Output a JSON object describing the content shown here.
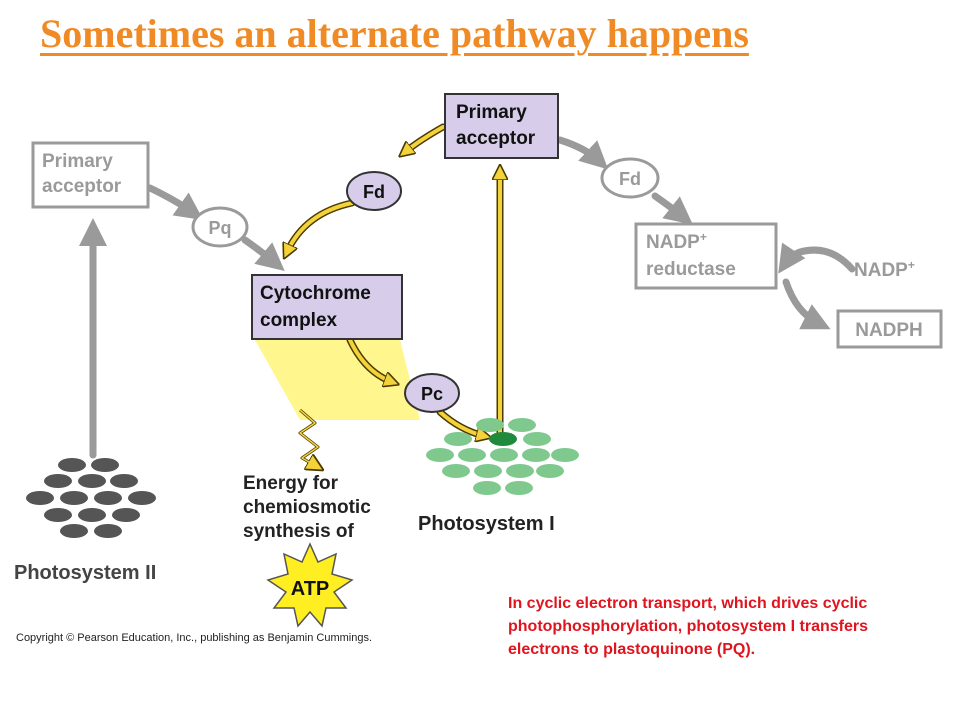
{
  "title": "Sometimes an alternate pathway happens",
  "colors": {
    "title": "#f08a24",
    "caption": "#e0141e",
    "active_box_fill": "#d7cdea",
    "cyclic_arrow": "#f3d23a",
    "gray_path": "#9a9a9a",
    "photosystem_i_spot": "#7fc98f",
    "photosystem_i_center": "#1f8a3c",
    "photosystem_ii_spot": "#555555",
    "atp_burst": "#ffee22"
  },
  "boxes": {
    "ps2_primary_acceptor": [
      "Primary",
      "acceptor"
    ],
    "ps1_primary_acceptor": [
      "Primary",
      "acceptor"
    ],
    "cytochrome_complex": [
      "Cytochrome",
      "complex"
    ],
    "nadp_reductase": [
      "NADP",
      "reductase"
    ],
    "nadp_reductase_sup": "+",
    "nadph": "NADPH"
  },
  "carriers": {
    "pq": "Pq",
    "fd_cyclic": "Fd",
    "fd_linear": "Fd",
    "pc": "Pc"
  },
  "labels": {
    "nadp_plus": "NADP",
    "nadp_plus_sup": "+",
    "energy": [
      "Energy for",
      "chemiosmotic",
      "synthesis of"
    ],
    "atp": "ATP",
    "photosystem_i": "Photosystem I",
    "photosystem_ii": "Photosystem II"
  },
  "caption": "In cyclic electron transport, which drives cyclic photophosphorylation, photosystem I transfers electrons to plastoquinone (PQ).",
  "copyright": "Copyright © Pearson Education, Inc., publishing as Benjamin Cummings."
}
